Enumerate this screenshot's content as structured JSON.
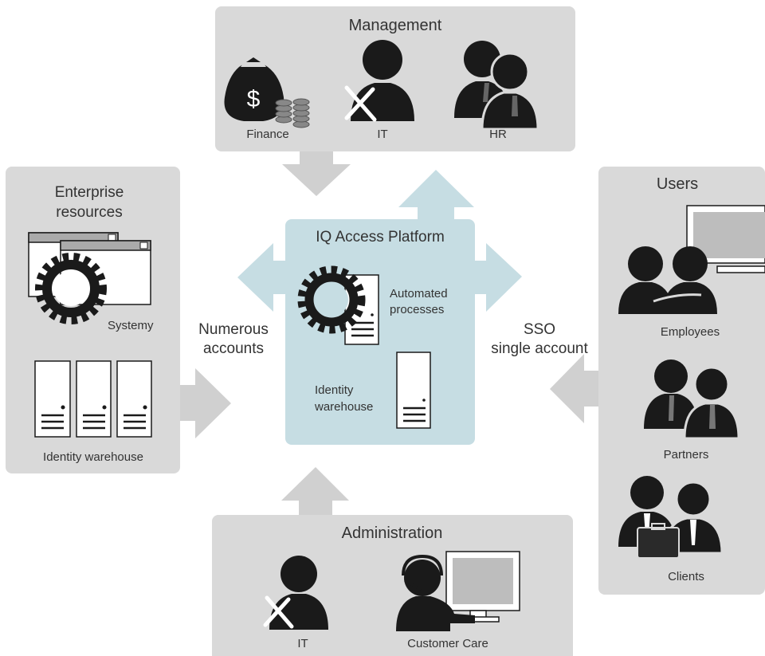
{
  "management": {
    "title": "Management",
    "items": [
      {
        "label": "Finance"
      },
      {
        "label": "IT"
      },
      {
        "label": "HR"
      }
    ]
  },
  "enterprise": {
    "title_line1": "Enterprise",
    "title_line2": "resources",
    "systems_label": "Systemy",
    "warehouse_label": "Identity warehouse"
  },
  "platform": {
    "title": "IQ Access Platform",
    "automated_line1": "Automated",
    "automated_line2": "processes",
    "identity_line1": "Identity",
    "identity_line2": "warehouse"
  },
  "left_flow": {
    "line1": "Numerous",
    "line2": "accounts"
  },
  "right_flow": {
    "line1": "SSO",
    "line2": "single account"
  },
  "users": {
    "title": "Users",
    "items": [
      {
        "label": "Employees"
      },
      {
        "label": "Partners"
      },
      {
        "label": "Clients"
      }
    ]
  },
  "administration": {
    "title": "Administration",
    "items": [
      {
        "label": "IT"
      },
      {
        "label": "Customer Care"
      }
    ]
  },
  "colors": {
    "panel": "#d9d9d9",
    "platform": "#c6dde3",
    "platform_arrow": "#c6dde3",
    "gray_arrow": "#d0d0d0",
    "icon": "#1a1a1a"
  }
}
